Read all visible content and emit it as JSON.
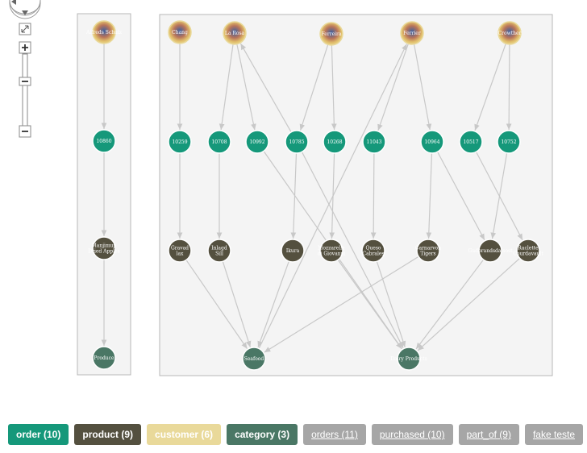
{
  "colors": {
    "order": "#15987a",
    "product": "#54503f",
    "customer": "#e9d99a",
    "category": "#4a7765",
    "relationship": "#a6a6a6",
    "edge": "#c8c8c8",
    "panel_fill": "#f4f4f4",
    "panel_stroke": "#b7b7b7"
  },
  "icons": {
    "nav": "pan-control-icon",
    "fit": "fit-to-screen-icon",
    "zoom_in": "zoom-in-icon",
    "zoom_out": "zoom-out-icon",
    "slider": "zoom-slider-icon"
  },
  "nodes": {
    "customer": [
      {
        "id": "c_alfreds",
        "label": "Alfreds Schulz"
      },
      {
        "id": "c_chang",
        "label": "Chang"
      },
      {
        "id": "c_la",
        "label": "La Rosa"
      },
      {
        "id": "c_ferreira",
        "label": "Ferreira"
      },
      {
        "id": "c_ferrier",
        "label": "Ferrier"
      },
      {
        "id": "c_crowther",
        "label": "Crowther"
      }
    ],
    "order": [
      {
        "id": "o10860",
        "label": "10860"
      },
      {
        "id": "o10259",
        "label": "10259"
      },
      {
        "id": "o10708",
        "label": "10708"
      },
      {
        "id": "o10992",
        "label": "10992"
      },
      {
        "id": "o10785",
        "label": "10785"
      },
      {
        "id": "o10268",
        "label": "10268"
      },
      {
        "id": "o11043",
        "label": "11043"
      },
      {
        "id": "o10964",
        "label": "10964"
      },
      {
        "id": "o10517",
        "label": "10517"
      },
      {
        "id": "o10752",
        "label": "10752"
      }
    ],
    "product": [
      {
        "id": "p_manjimup",
        "label": "Manjimup Dried Apples"
      },
      {
        "id": "p_gravad",
        "label": "Gravad lax"
      },
      {
        "id": "p_inlagd",
        "label": "Inlagd Sill"
      },
      {
        "id": "p_ikura",
        "label": "Ikura"
      },
      {
        "id": "p_mozzarella",
        "label": "Mozzarella di Giovanni"
      },
      {
        "id": "p_queso",
        "label": "Queso Cabrales"
      },
      {
        "id": "p_carnarvon",
        "label": "Carnarvon Tigers"
      },
      {
        "id": "p_gudbrand",
        "label": "Gudbrandsdalsost"
      },
      {
        "id": "p_raclette",
        "label": "Raclette Courdavault"
      }
    ],
    "category": [
      {
        "id": "cat_produce",
        "label": "Produce"
      },
      {
        "id": "cat_seafood",
        "label": "Seafood"
      },
      {
        "id": "cat_dairy",
        "label": "Dairy Products"
      }
    ]
  },
  "edges": [
    [
      "c_alfreds",
      "o10860"
    ],
    [
      "o10860",
      "p_manjimup"
    ],
    [
      "p_manjimup",
      "cat_produce"
    ],
    [
      "c_chang",
      "o10259"
    ],
    [
      "o10259",
      "p_gravad"
    ],
    [
      "c_la",
      "o10708"
    ],
    [
      "o10708",
      "p_inlagd"
    ],
    [
      "c_la",
      "o10992"
    ],
    [
      "o10785",
      "c_la"
    ],
    [
      "c_ferreira",
      "o10785"
    ],
    [
      "c_ferreira",
      "o10268"
    ],
    [
      "c_ferrier",
      "o11043"
    ],
    [
      "c_ferrier",
      "o10964"
    ],
    [
      "c_crowther",
      "o10517"
    ],
    [
      "c_crowther",
      "o10752"
    ],
    [
      "o10785",
      "p_ikura"
    ],
    [
      "o10268",
      "p_mozzarella"
    ],
    [
      "o11043",
      "p_queso"
    ],
    [
      "o10964",
      "p_carnarvon"
    ],
    [
      "o10964",
      "p_gudbrand"
    ],
    [
      "o10517",
      "p_raclette"
    ],
    [
      "o10752",
      "p_gudbrand"
    ],
    [
      "o10992",
      "cat_dairy"
    ],
    [
      "o10785",
      "cat_dairy"
    ],
    [
      "p_gravad",
      "cat_seafood"
    ],
    [
      "p_inlagd",
      "cat_seafood"
    ],
    [
      "p_ikura",
      "cat_seafood"
    ],
    [
      "p_carnarvon",
      "cat_seafood"
    ],
    [
      "p_mozzarella",
      "cat_dairy"
    ],
    [
      "p_queso",
      "cat_dairy"
    ],
    [
      "p_gudbrand",
      "cat_dairy"
    ],
    [
      "p_raclette",
      "cat_dairy"
    ],
    [
      "cat_seafood",
      "c_ferrier"
    ]
  ],
  "legend": [
    {
      "key": "order",
      "label": "order (10)",
      "kind": "node"
    },
    {
      "key": "product",
      "label": "product (9)",
      "kind": "node"
    },
    {
      "key": "customer",
      "label": "customer (6)",
      "kind": "node"
    },
    {
      "key": "category",
      "label": "category (3)",
      "kind": "node"
    },
    {
      "key": "orders",
      "label": "orders (11)",
      "kind": "rel"
    },
    {
      "key": "purchased",
      "label": "purchased (10)",
      "kind": "rel"
    },
    {
      "key": "part_of",
      "label": "part_of (9)",
      "kind": "rel"
    },
    {
      "key": "fake",
      "label": "fake teste",
      "kind": "rel"
    }
  ]
}
